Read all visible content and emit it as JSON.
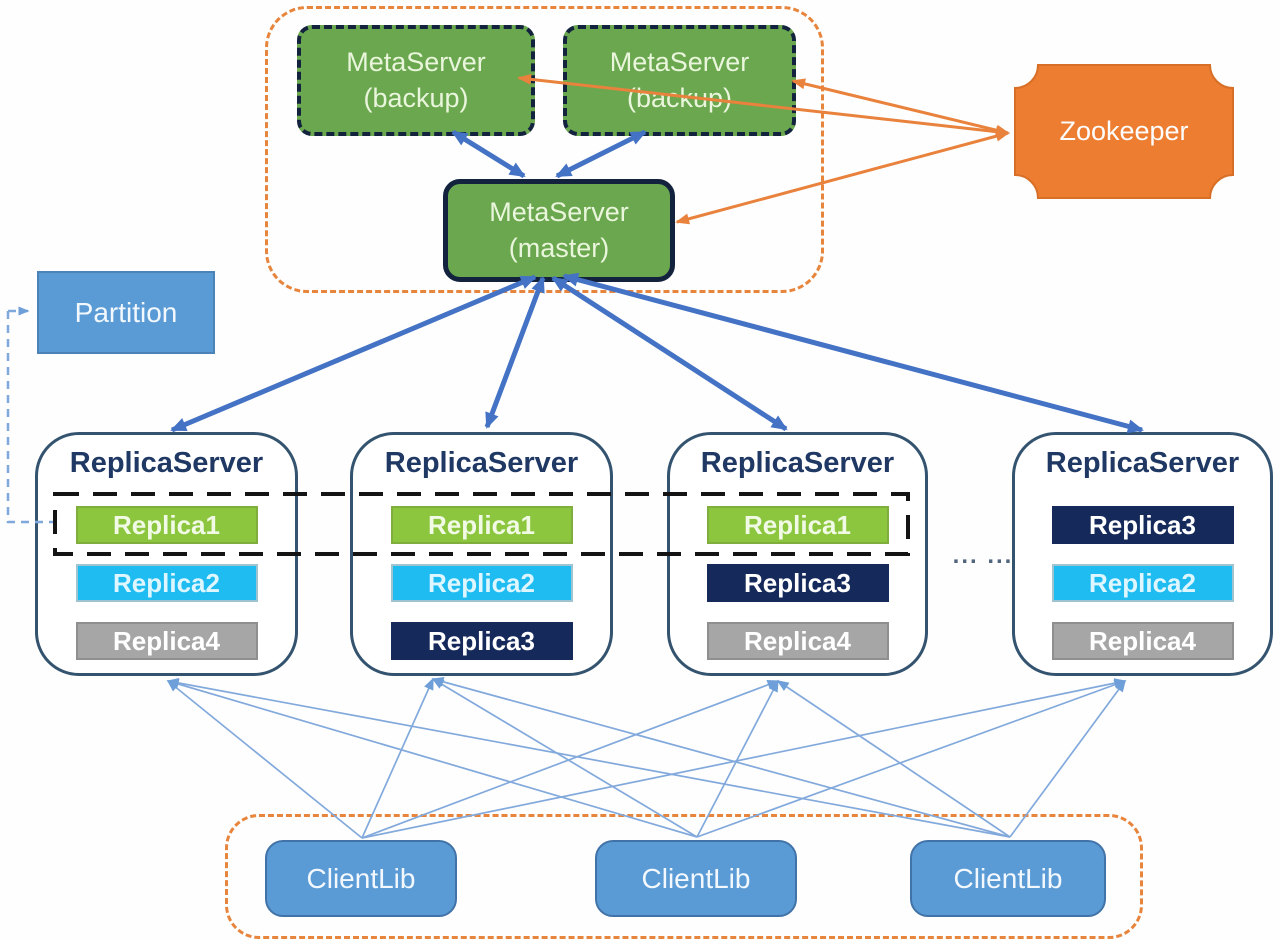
{
  "nodes": {
    "metaserver_backup_1": {
      "line1": "MetaServer",
      "line2": "(backup)"
    },
    "metaserver_backup_2": {
      "line1": "MetaServer",
      "line2": "(backup)"
    },
    "metaserver_master": {
      "line1": "MetaServer",
      "line2": "(master)"
    },
    "zookeeper": {
      "label": "Zookeeper"
    },
    "partition": {
      "label": "Partition"
    }
  },
  "replica_servers": [
    {
      "title": "ReplicaServer",
      "replicas": [
        {
          "label": "Replica1",
          "color": "green"
        },
        {
          "label": "Replica2",
          "color": "cyan"
        },
        {
          "label": "Replica4",
          "color": "gray"
        }
      ]
    },
    {
      "title": "ReplicaServer",
      "replicas": [
        {
          "label": "Replica1",
          "color": "green"
        },
        {
          "label": "Replica2",
          "color": "cyan"
        },
        {
          "label": "Replica3",
          "color": "navy"
        }
      ]
    },
    {
      "title": "ReplicaServer",
      "replicas": [
        {
          "label": "Replica1",
          "color": "green"
        },
        {
          "label": "Replica3",
          "color": "navy"
        },
        {
          "label": "Replica4",
          "color": "gray"
        }
      ]
    },
    {
      "title": "ReplicaServer",
      "replicas": [
        {
          "label": "Replica3",
          "color": "navy"
        },
        {
          "label": "Replica2",
          "color": "cyan"
        },
        {
          "label": "Replica4",
          "color": "gray"
        }
      ]
    }
  ],
  "ellipsis": "... ...",
  "client_libs": [
    {
      "label": "ClientLib"
    },
    {
      "label": "ClientLib"
    },
    {
      "label": "ClientLib"
    }
  ],
  "colors": {
    "accent_orange": "#ed7d31",
    "arrow_blue": "#4472c4",
    "thin_line_blue": "#82a9dc",
    "box_blue": "#5b9bd5",
    "meta_green": "#6aa74f",
    "replica_green": "#8cc63f",
    "replica_cyan": "#1fbcf2",
    "replica_navy": "#16295b",
    "replica_gray": "#a6a6a6"
  }
}
